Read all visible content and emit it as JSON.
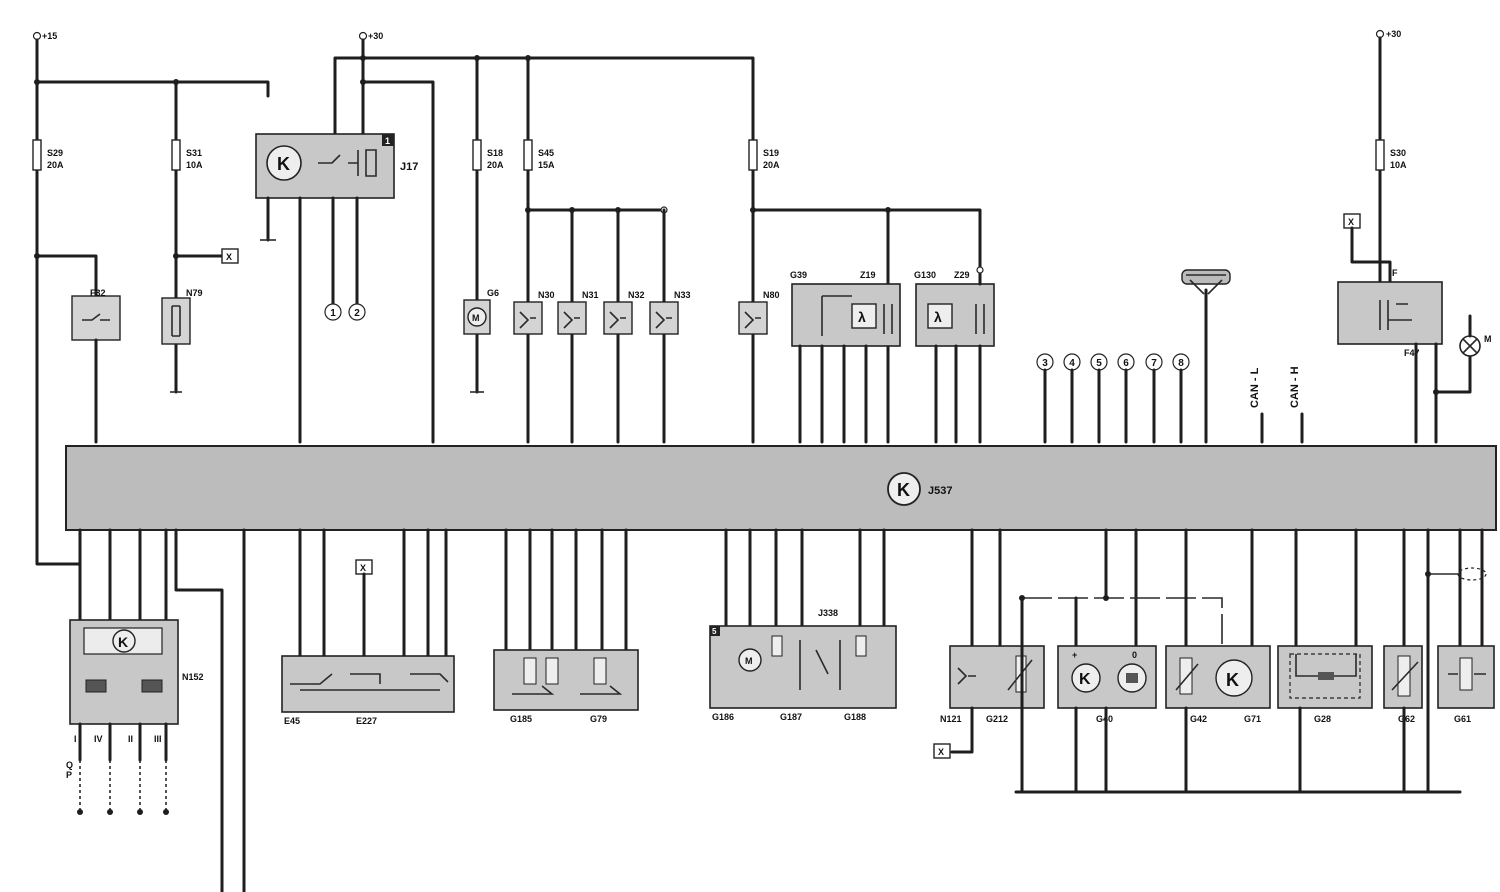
{
  "terminals": {
    "t15": "+15",
    "t30a": "+30",
    "t30b": "+30"
  },
  "fuses": [
    {
      "id": "S29",
      "rating": "20A"
    },
    {
      "id": "S31",
      "rating": "10A"
    },
    {
      "id": "S18",
      "rating": "20A"
    },
    {
      "id": "S45",
      "rating": "15A"
    },
    {
      "id": "S19",
      "rating": "20A"
    },
    {
      "id": "S30",
      "rating": "10A"
    }
  ],
  "components": {
    "f32": "F32",
    "n79": "N79",
    "j17": "J17",
    "j17_tag": "1",
    "g6": "G6",
    "n30": "N30",
    "n31": "N31",
    "n32": "N32",
    "n33": "N33",
    "n80": "N80",
    "g39": "G39",
    "z19": "Z19",
    "g130": "G130",
    "z29": "Z29",
    "f47": "F47",
    "f_switch": "F",
    "m_lamp": "M",
    "j537": "J537",
    "n152": "N152",
    "e45": "E45",
    "e227": "E227",
    "g185": "G185",
    "g79": "G79",
    "j338": "J338",
    "g186": "G186",
    "g187": "G187",
    "g188": "G188",
    "n121": "N121",
    "g212": "G212",
    "g40": "G40",
    "g42": "G42",
    "g71": "G71",
    "g28": "G28",
    "g62": "G62",
    "g61": "G61"
  },
  "can": {
    "low": "CAN - L",
    "high": "CAN - H"
  },
  "x_marker": "X",
  "lambda_symbol": "λ",
  "k_symbol": "K",
  "connector_numbers": [
    "1",
    "2",
    "3",
    "4",
    "5",
    "6",
    "7",
    "8"
  ],
  "n152_pins": [
    "I",
    "IV",
    "II",
    "III"
  ],
  "n152_pin_labels": {
    "q": "Q",
    "p": "P"
  },
  "j338_pin": "5",
  "g40_pins": [
    "+",
    "0"
  ]
}
